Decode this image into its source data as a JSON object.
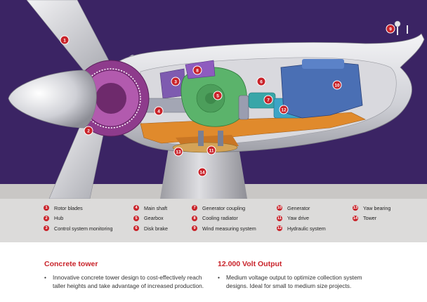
{
  "diagram": {
    "markers": [
      "1",
      "2",
      "3",
      "4",
      "5",
      "6",
      "7",
      "8",
      "9",
      "10",
      "11",
      "12",
      "13",
      "14"
    ]
  },
  "legend": {
    "columns": [
      [
        {
          "num": "1",
          "label": "Rotor blades"
        },
        {
          "num": "2",
          "label": "Hub"
        },
        {
          "num": "3",
          "label": "Control system monitoring"
        }
      ],
      [
        {
          "num": "4",
          "label": "Main shaft"
        },
        {
          "num": "5",
          "label": "Gearbox"
        },
        {
          "num": "6",
          "label": "Disk brake"
        }
      ],
      [
        {
          "num": "7",
          "label": "Generator coupling"
        },
        {
          "num": "8",
          "label": "Cooling radiator"
        },
        {
          "num": "9",
          "label": "Wind measuring system"
        }
      ],
      [
        {
          "num": "10",
          "label": "Generator"
        },
        {
          "num": "11",
          "label": "Yaw drive"
        },
        {
          "num": "12",
          "label": "Hydraulic system"
        }
      ],
      [
        {
          "num": "13",
          "label": "Yaw bearing"
        },
        {
          "num": "14",
          "label": "Tower"
        }
      ]
    ]
  },
  "features": {
    "left": {
      "title": "Concrete tower",
      "bullet": "Innovative concrete tower design to cost-effectively reach taller heights and take advantage of increased production."
    },
    "right": {
      "title": "12.000 Volt Output",
      "bullet": "Medium voltage output to optimize collection system designs. Ideal for small to medium size projects."
    }
  },
  "colors": {
    "background": "#3b2464",
    "badge": "#c9232a",
    "hub": "#8e3b8c",
    "gearbox": "#5bb36b",
    "generator": "#4a6fb4",
    "frame": "#e08a2c",
    "tower": "#c8c8cc"
  }
}
